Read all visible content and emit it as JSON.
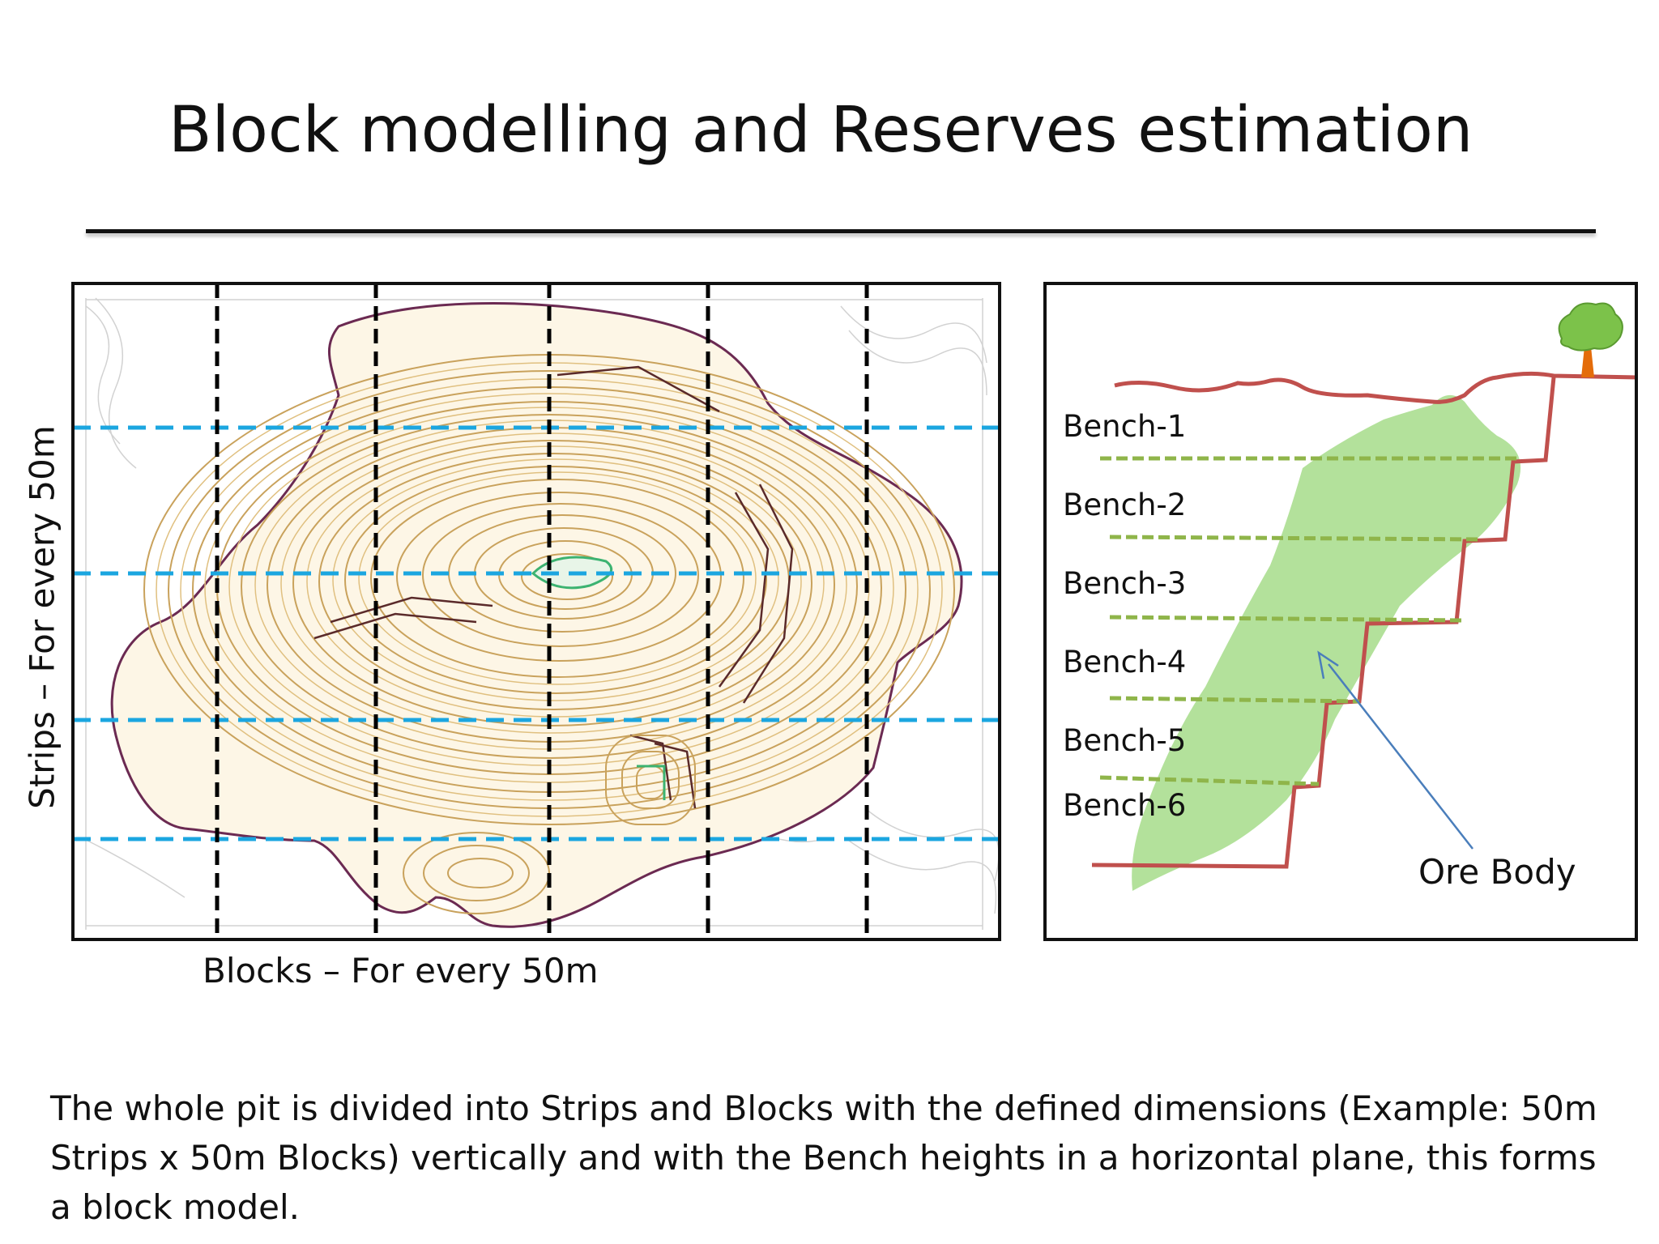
{
  "title": "Block modelling and Reserves estimation",
  "left_panel": {
    "y_axis_label": "Strips – For every 50m",
    "x_axis_label": "Blocks – For every 50m",
    "strip_line_color": "#1BA6E0",
    "block_line_color": "#000000"
  },
  "right_panel": {
    "benches": [
      "Bench-1",
      "Bench-2",
      "Bench-3",
      "Bench-4",
      "Bench-5",
      "Bench-6"
    ],
    "ore_body_label": "Ore Body",
    "ore_color": "#A6DC8A",
    "pit_wall_color": "#C0504D",
    "bench_line_color": "#8FB54A",
    "arrow_color": "#4A7EBB"
  },
  "caption": "The whole pit is divided into Strips and Blocks with  the defined dimensions (Example: 50m Strips x 50m Blocks) vertically and with the Bench heights in a horizontal plane, this forms a block model."
}
